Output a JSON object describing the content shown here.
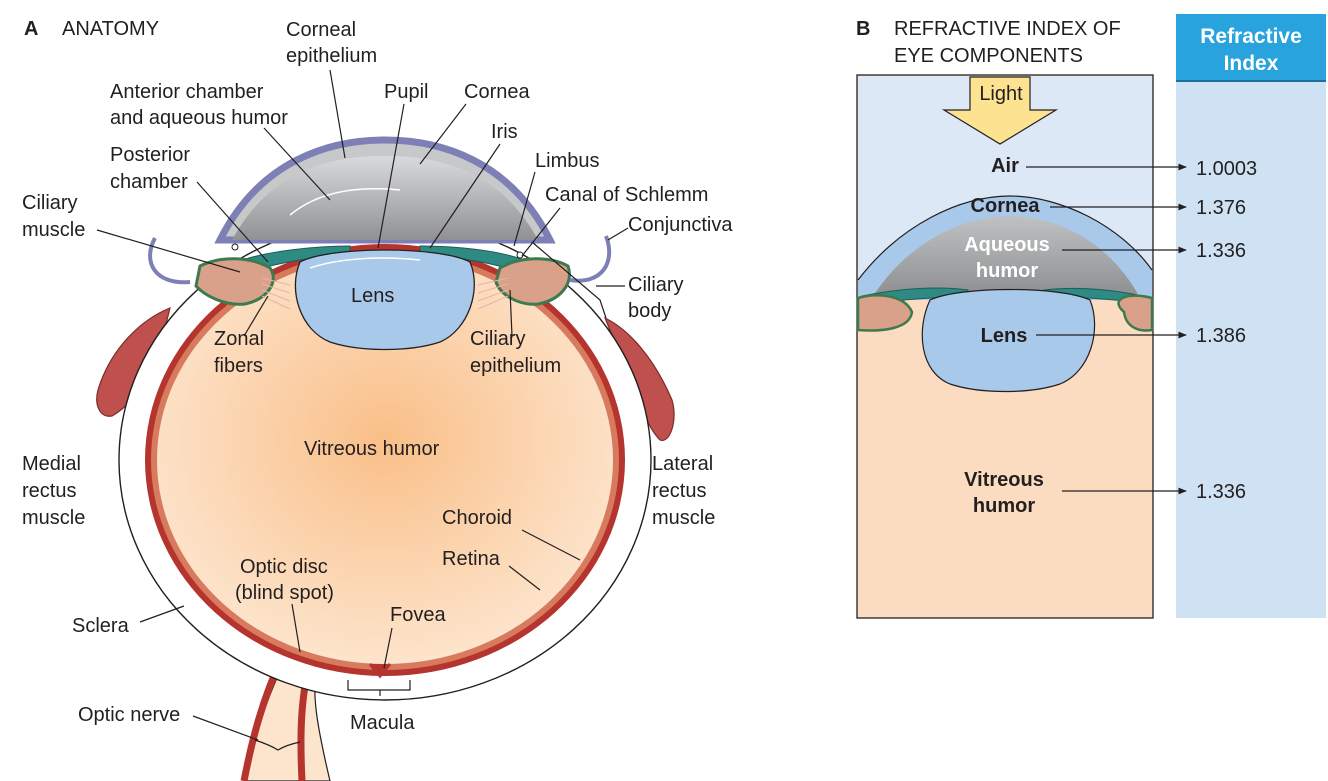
{
  "panel_a": {
    "letter": "A",
    "title": "ANATOMY",
    "labels": {
      "corneal_epithelium": [
        "Corneal",
        "epithelium"
      ],
      "anterior_chamber": [
        "Anterior chamber",
        "and aqueous humor"
      ],
      "pupil": "Pupil",
      "cornea": "Cornea",
      "iris": "Iris",
      "limbus": "Limbus",
      "canal": "Canal of Schlemm",
      "conjunctiva": "Conjunctiva",
      "posterior_chamber": [
        "Posterior",
        "chamber"
      ],
      "ciliary_muscle": [
        "Ciliary",
        "muscle"
      ],
      "ciliary_body": [
        "Ciliary",
        "body"
      ],
      "lens": "Lens",
      "zonal_fibers": [
        "Zonal",
        "fibers"
      ],
      "ciliary_epithelium": [
        "Ciliary",
        "epithelium"
      ],
      "vitreous": "Vitreous humor",
      "medial_rectus": [
        "Medial",
        "rectus",
        "muscle"
      ],
      "lateral_rectus": [
        "Lateral",
        "rectus",
        "muscle"
      ],
      "choroid": "Choroid",
      "retina": "Retina",
      "optic_disc": [
        "Optic disc",
        "(blind spot)"
      ],
      "fovea": "Fovea",
      "sclera": "Sclera",
      "macula": "Macula",
      "optic_nerve": "Optic nerve"
    }
  },
  "panel_b": {
    "letter": "B",
    "title": [
      "REFRACTIVE INDEX OF",
      "EYE COMPONENTS"
    ],
    "column_header": [
      "Refractive",
      "Index"
    ],
    "light": "Light",
    "rows": [
      {
        "name": [
          "Air"
        ],
        "index": "1.0003"
      },
      {
        "name": [
          "Cornea"
        ],
        "index": "1.376"
      },
      {
        "name": [
          "Aqueous",
          "humor"
        ],
        "index": "1.336"
      },
      {
        "name": [
          "Lens"
        ],
        "index": "1.386"
      },
      {
        "name": [
          "Vitreous",
          "humor"
        ],
        "index": "1.336"
      }
    ]
  },
  "colors": {
    "vitreous": "#fbd3ad",
    "cornea": "#a9c9ea",
    "aqueous": "#a7a9ab",
    "lens": "#a9c9ea",
    "iris": "#2e8a83",
    "muscle": "#c0504d",
    "choroid": "#b5342e",
    "header_blue": "#29a3dd",
    "column_bg": "#cfe2f3",
    "light_arrow": "#fde391"
  }
}
